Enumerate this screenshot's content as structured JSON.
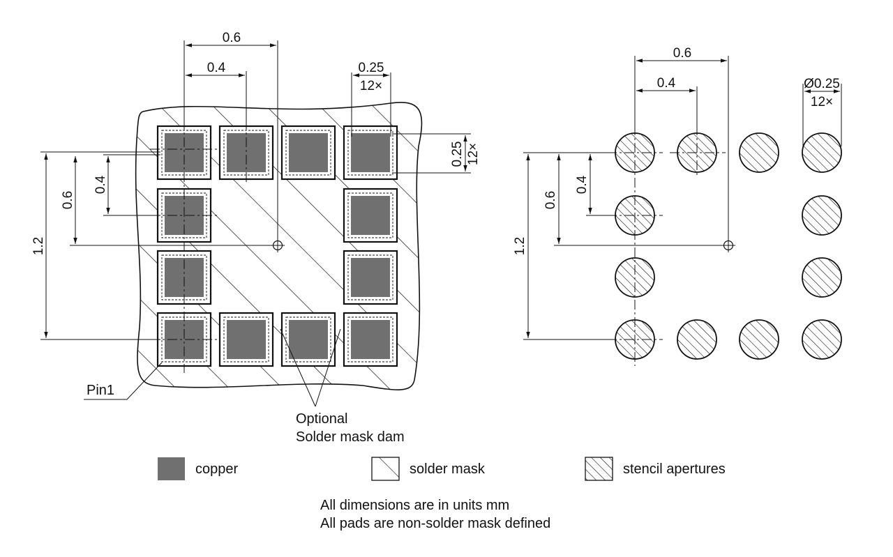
{
  "colors": {
    "copper": "#707070",
    "line": "#111111",
    "background": "#ffffff"
  },
  "left_view": {
    "dims": {
      "pitch_x_total": "0.6",
      "pitch_x": "0.4",
      "pad_width": "0.25",
      "pad_width_count": "12×",
      "pad_height": "0.25",
      "pad_height_count": "12×",
      "pitch_y": "0.4",
      "pitch_y_total": "0.6",
      "height_total": "1.2"
    },
    "pin1_label": "Pin1",
    "dam_label_line1": "Optional",
    "dam_label_line2": "Solder mask dam"
  },
  "right_view": {
    "dims": {
      "pitch_x_total": "0.6",
      "pitch_x": "0.4",
      "aperture_diameter": "Ø0.25",
      "aperture_count": "12×",
      "pitch_y": "0.4",
      "pitch_y_total": "0.6",
      "height_total": "1.2"
    }
  },
  "legend": {
    "copper": "copper",
    "solder_mask": "solder mask",
    "stencil": "stencil apertures"
  },
  "notes": {
    "line1": "All dimensions are in units mm",
    "line2": "All pads are non-solder mask defined"
  }
}
